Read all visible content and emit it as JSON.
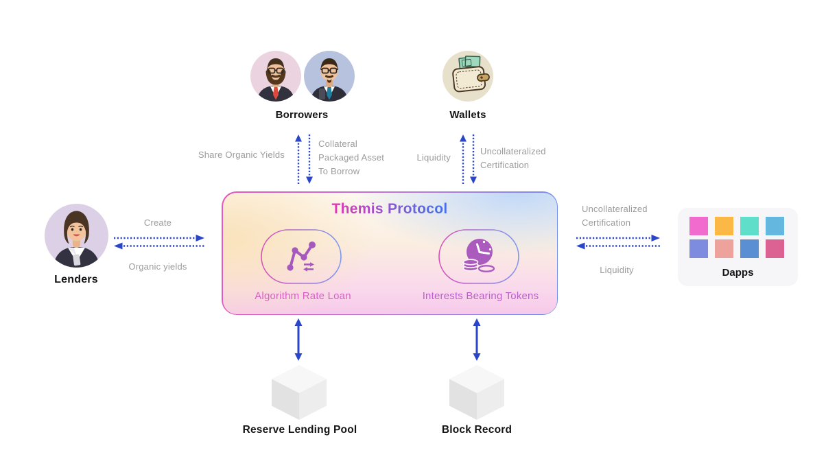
{
  "diagram_title": "Themis Protocol",
  "nodes": {
    "borrowers": {
      "label": "Borrowers"
    },
    "wallets": {
      "label": "Wallets"
    },
    "lenders": {
      "label": "Lenders"
    },
    "dapps": {
      "label": "Dapps"
    },
    "reserve_lending_pool": {
      "label": "Reserve Lending Pool"
    },
    "block_record": {
      "label": "Block Record"
    }
  },
  "protocol_box": {
    "title": "Themis Protocol",
    "modules": {
      "algorithm_rate_loan": {
        "label": "Algorithm Rate Loan",
        "icon": "rate-trend-swap-icon"
      },
      "interests_bearing_tokens": {
        "label": "Interests Bearing Tokens",
        "icon": "clock-coins-icon"
      }
    }
  },
  "flow_labels": {
    "share_organic_yields": "Share Organic Yields",
    "collateral_lines": [
      "Collateral",
      "Packaged Asset",
      "To Borrow"
    ],
    "liquidity_wallets": "Liquidity",
    "uncollateralized_wallets_lines": [
      "Uncollateralized",
      "Certification"
    ],
    "create": "Create",
    "organic_yields": "Organic yields",
    "uncollateralized_dapps_lines": [
      "Uncollateralized",
      "Certification"
    ],
    "liquidity_dapps": "Liquidity"
  },
  "dapps_tiles": {
    "colors": [
      "#F16BCE",
      "#FBB844",
      "#5FDFC9",
      "#64B7DE",
      "#7D8CDE",
      "#EDA29B",
      "#5A8FD4",
      "#DB6292"
    ]
  },
  "palette": {
    "arrow_blue": "#2A45C7",
    "flow_label_gray": "#9B9B9B",
    "node_label_black": "#141414",
    "title_gradient_from": "#DC3BB4",
    "title_gradient_to": "#4A6FE8",
    "module_label_left": "#D95FC4",
    "module_label_right": "#BB5EC9",
    "icon_purple": "#AB5BBE",
    "box_border_from": "#E357BC",
    "box_border_to": "#6F92EC"
  }
}
